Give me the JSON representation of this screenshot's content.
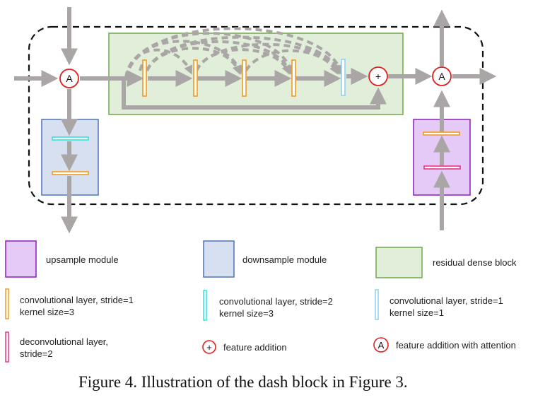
{
  "figure": {
    "caption": "Figure 4. Illustration of the dash block in Figure 3.",
    "colors": {
      "arrow": "#aaa6a6",
      "dashed_border": "#111111",
      "residual_fill": "#e1eed9",
      "residual_border": "#72a84d",
      "downsample_fill": "#d7e0f0",
      "downsample_border": "#4f72b8",
      "upsample_fill": "#e5c9f7",
      "upsample_border": "#8f1bbf",
      "conv_s1_k3": "#f39a1c",
      "conv_s2_k3": "#2fe3e3",
      "conv_s1_k1": "#8fd0ef",
      "deconv_s2": "#e8338a",
      "node_border": "#e02020"
    },
    "nodes": {
      "attention_symbol": "A",
      "addition_symbol": "+"
    }
  },
  "legend": {
    "items": [
      {
        "key": "upsample",
        "label": "upsample module"
      },
      {
        "key": "downsample",
        "label": "downsample module"
      },
      {
        "key": "residual",
        "label": "residual dense block"
      },
      {
        "key": "conv_s1_k3",
        "line1": "convolutional layer, stride=1",
        "line2": "kernel size=3"
      },
      {
        "key": "conv_s2_k3",
        "line1": "convolutional layer, stride=2",
        "line2": "kernel size=3"
      },
      {
        "key": "conv_s1_k1",
        "line1": "convolutional layer, stride=1",
        "line2": "kernel size=1"
      },
      {
        "key": "deconv_s2",
        "line1": "deconvolutional layer,",
        "line2": "stride=2"
      },
      {
        "key": "feature_addition",
        "symbol": "+",
        "label": "feature addition"
      },
      {
        "key": "feature_addition_attention",
        "symbol": "A",
        "label": "feature addition with attention"
      }
    ]
  }
}
